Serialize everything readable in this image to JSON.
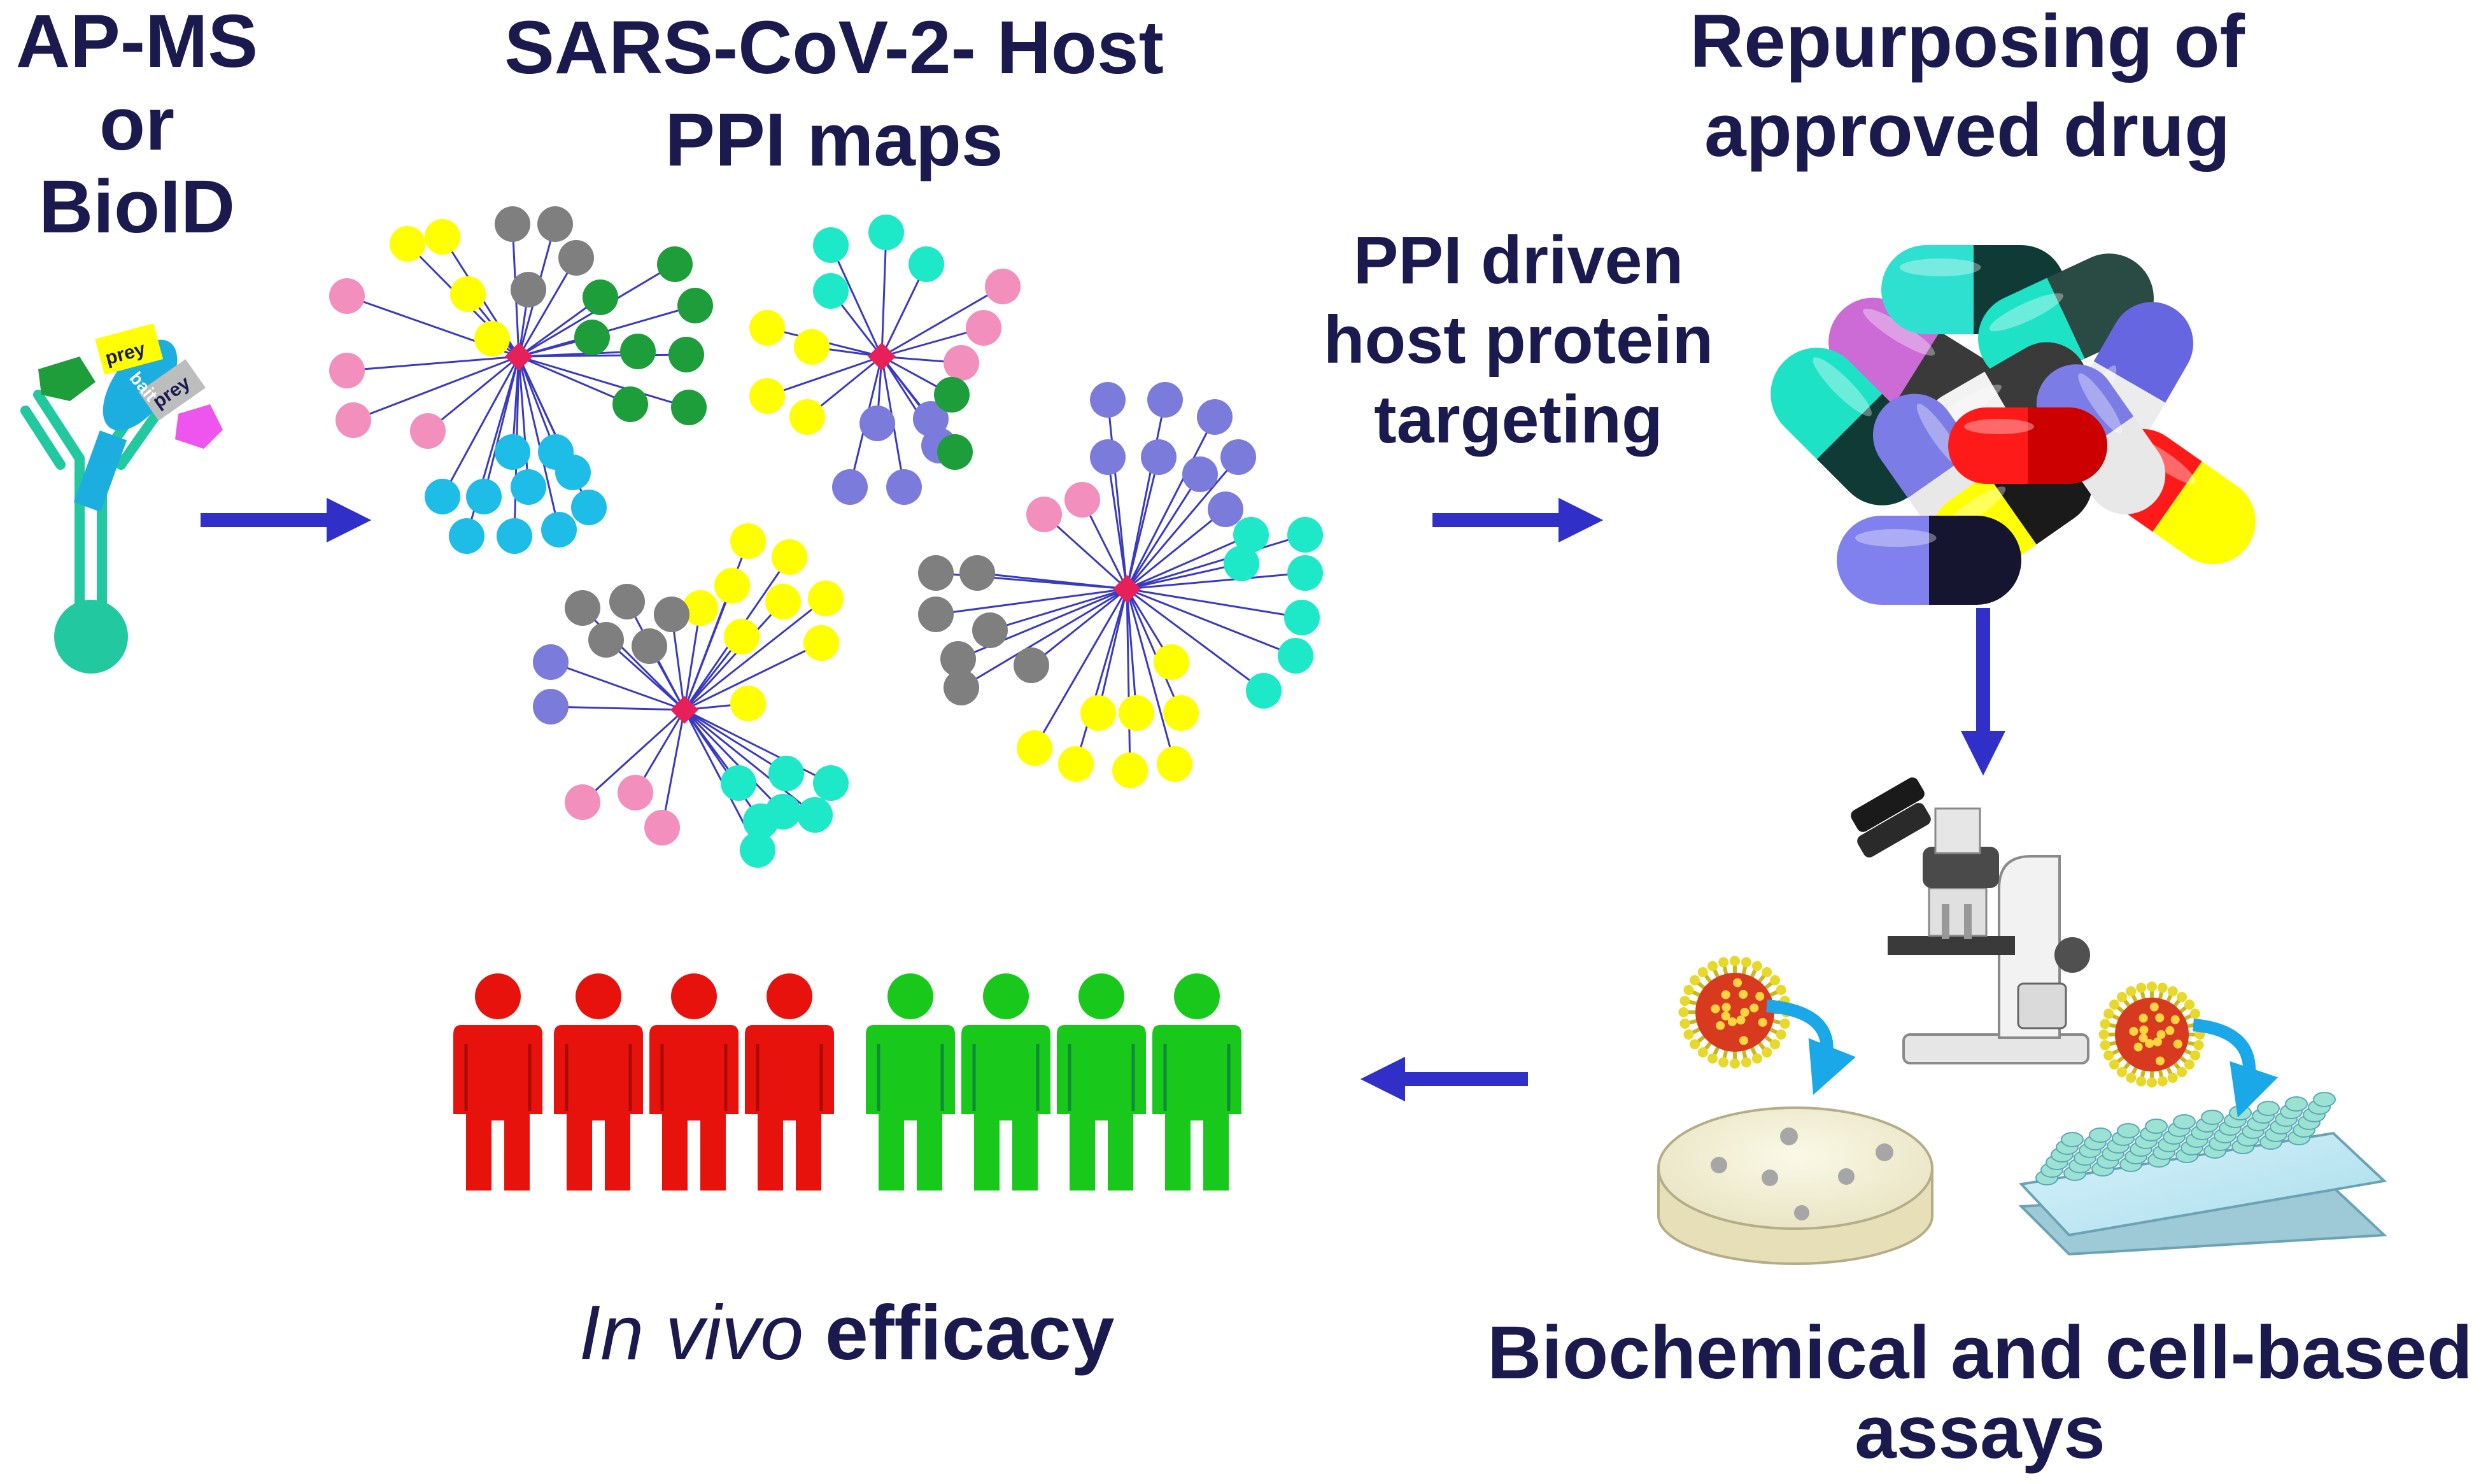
{
  "labels": {
    "apms_line1": "AP-MS",
    "apms_line2": "or",
    "apms_line3": "BioID",
    "ppi_title_line1": "SARS-CoV-2- Host",
    "ppi_title_line2": "PPI maps",
    "repurpose_line1": "Repurposing of",
    "repurpose_line2": "approved drug",
    "targeting_line1": "PPI driven",
    "targeting_line2": "host protein",
    "targeting_line3": "targeting",
    "invivo_italic": "In vivo",
    "invivo_rest": " efficacy",
    "assays_line1": "Biochemical and cell-based",
    "assays_line2": "assays"
  },
  "tags": {
    "prey_top": "prey",
    "bait": "bait",
    "prey_right": "prey"
  },
  "colors": {
    "text": "#1a1a4e",
    "arrow": "#3030c8",
    "edge": "#3a3ac0",
    "hub": "#e8205a",
    "pink": "#f28fbd",
    "yellow": "#ffff00",
    "gray": "#7f7f7f",
    "green": "#1e9e3a",
    "cyan": "#1dbde8",
    "teal": "#1de8c8",
    "purple": "#7b7bdb",
    "person_red": "#e8120c",
    "person_green": "#18c81a",
    "antibody": "#22c9a0"
  }
}
